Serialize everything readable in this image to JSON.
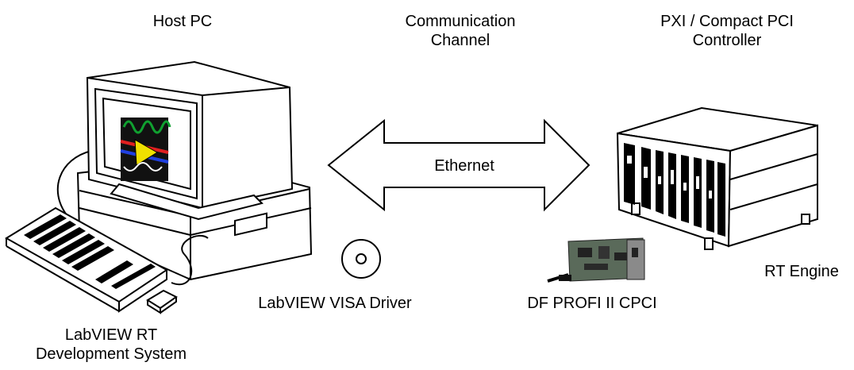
{
  "labels": {
    "host_pc": "Host PC",
    "channel_line1": "Communication",
    "channel_line2": "Channel",
    "controller_line1": "PXI / Compact PCI",
    "controller_line2": "Controller",
    "ethernet": "Ethernet",
    "rt_engine": "RT Engine",
    "visa_driver": "LabVIEW VISA Driver",
    "profi_card": "DF PROFI II CPCI",
    "devsys_line1": "LabVIEW RT",
    "devsys_line2": "Development System"
  },
  "colors": {
    "line": "#000000",
    "background": "#ffffff",
    "logo_yellow": "#f0e000",
    "logo_red": "#e02020",
    "logo_blue": "#2040e0",
    "logo_green": "#10a030",
    "card_pcb": "#5a6a5a"
  }
}
